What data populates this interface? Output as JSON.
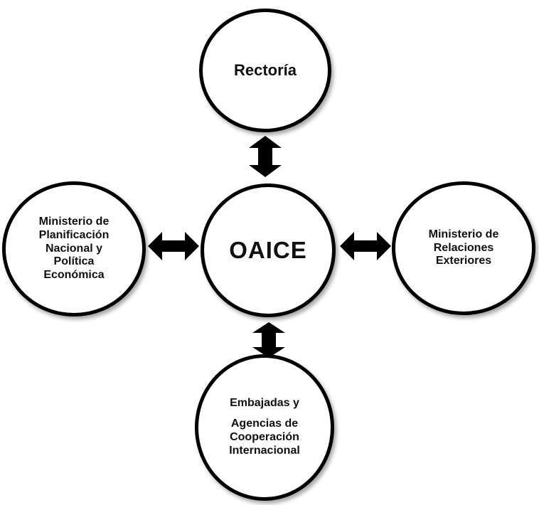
{
  "nodes": {
    "top": {
      "lines": [
        "Rectoría"
      ]
    },
    "center": {
      "lines": [
        "OAICE"
      ]
    },
    "left": {
      "lines": [
        "Ministerio de",
        "Planificación",
        "Nacional y",
        "Política",
        "Económica"
      ]
    },
    "right": {
      "lines": [
        "Ministerio de",
        "Relaciones",
        "Exteriores"
      ]
    },
    "bottom": {
      "lines": [
        "Embajadas y",
        "Agencias de",
        "Cooperación",
        "Internacional"
      ]
    }
  },
  "connectors": [
    "bidirectional",
    "bidirectional",
    "bidirectional",
    "bidirectional"
  ],
  "colors": {
    "stroke": "#000000",
    "fill": "#ffffff",
    "text": "#111111"
  }
}
